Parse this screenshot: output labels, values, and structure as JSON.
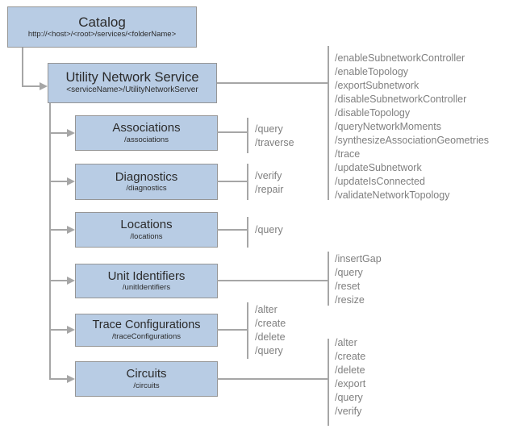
{
  "nodes": {
    "catalog": {
      "title": "Catalog",
      "subtitle": "http://<host>/<root>/services/<folderName>"
    },
    "uns": {
      "title": "Utility Network Service",
      "subtitle": "<serviceName>/UtilityNetworkServer"
    },
    "associations": {
      "title": "Associations",
      "subtitle": "/associations"
    },
    "diagnostics": {
      "title": "Diagnostics",
      "subtitle": "/diagnostics"
    },
    "locations": {
      "title": "Locations",
      "subtitle": "/locations"
    },
    "unit_identifiers": {
      "title": "Unit Identifiers",
      "subtitle": "/unitIdentifiers"
    },
    "trace_configurations": {
      "title": "Trace Configurations",
      "subtitle": "/traceConfigurations"
    },
    "circuits": {
      "title": "Circuits",
      "subtitle": "/circuits"
    }
  },
  "operations": {
    "uns": [
      "/enableSubnetworkController",
      "/enableTopology",
      "/exportSubnetwork",
      "/disableSubnetworkController",
      "/disableTopology",
      "/queryNetworkMoments",
      "/synthesizeAssociationGeometries",
      "/trace",
      "/updateSubnetwork",
      "/updateIsConnected",
      "/validateNetworkTopology"
    ],
    "associations": [
      "/query",
      "/traverse"
    ],
    "diagnostics": [
      "/verify",
      "/repair"
    ],
    "locations": [
      "/query"
    ],
    "unit_identifiers": [
      "/insertGap",
      "/query",
      "/reset",
      "/resize"
    ],
    "trace_configurations": [
      "/alter",
      "/create",
      "/delete",
      "/query"
    ],
    "circuits": [
      "/alter",
      "/create",
      "/delete",
      "/export",
      "/query",
      "/verify"
    ]
  },
  "colors": {
    "box_fill": "#b8cce4",
    "box_border": "#969696",
    "connector_line": "#a6a6a6",
    "operation_text": "#7f7f7f",
    "title_text": "#2b2b2b",
    "background": "#ffffff"
  }
}
